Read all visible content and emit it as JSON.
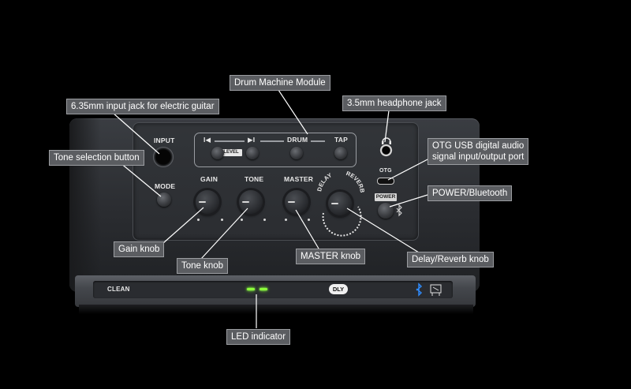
{
  "callouts": {
    "drum_machine_module": "Drum Machine Module",
    "input_jack": "6.35mm input jack for electric guitar",
    "headphone_jack": "3.5mm headphone jack",
    "tone_selection_button": "Tone selection button",
    "otg_usb_line1": "OTG USB digital audio",
    "otg_usb_line2": "signal input/output port",
    "power_bluetooth": "POWER/Bluetooth",
    "gain_knob": "Gain knob",
    "tone_knob": "Tone knob",
    "master_knob": "MASTER knob",
    "delay_reverb_knob": "Delay/Reverb knob",
    "led_indicator": "LED indicator"
  },
  "panel": {
    "input": "INPUT",
    "mode": "MODE",
    "prev_symbol": "I◀",
    "next_symbol": "▶I",
    "level": "LEVEL",
    "drum": "DRUM",
    "tap": "TAP",
    "gain": "GAIN",
    "tone": "TONE",
    "master": "MASTER",
    "delay": "DELAY",
    "reverb": "REVERB",
    "otg": "OTG",
    "power": "POWER",
    "clean": "CLEAN",
    "dly": "DLY"
  },
  "icons": {
    "headphone": "headphone-icon",
    "bluetooth": "bluetooth-icon",
    "amp_model": "amp-model-icon"
  },
  "colors": {
    "callout_bg": "#5b5d61",
    "callout_border": "#9b9da1",
    "leader_line": "#ffffff",
    "led": "#8cff3a",
    "bluetooth": "#2f8cff"
  }
}
